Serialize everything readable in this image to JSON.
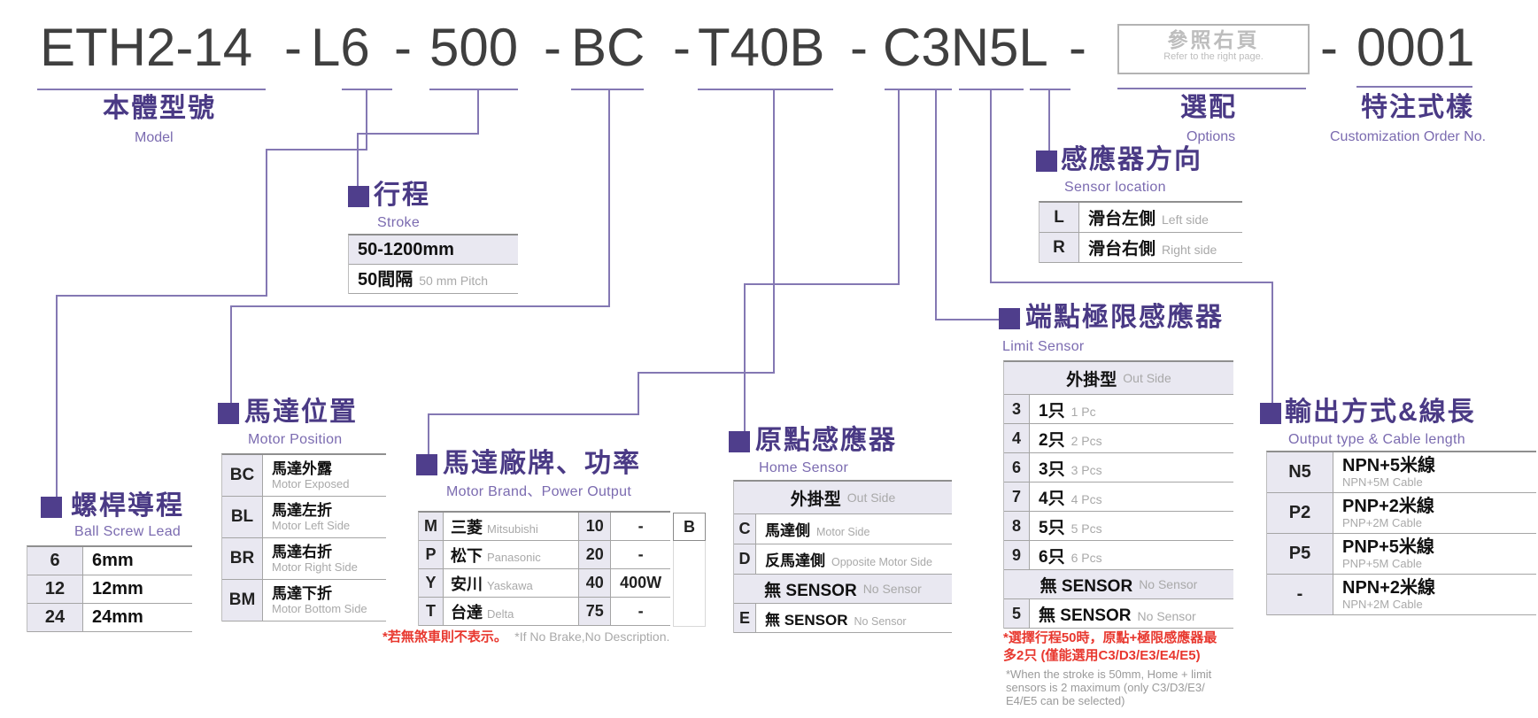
{
  "colors": {
    "heading_purple": "#4a3a85",
    "sub_purple": "#7b6bb0",
    "line_purple": "#8478b3",
    "code_text": "#3f3f3f",
    "note_red": "#e8382f",
    "cell_shade": "#e9e8f1",
    "gray_text": "#a9a9a9"
  },
  "code": {
    "separator": "-",
    "model": "ETH2-14",
    "lead": "L6",
    "stroke": "500",
    "motor_position": "BC",
    "motor_brand": "T40B",
    "sensors": "C3N5L",
    "options_box": {
      "zh": "參照右頁",
      "en": "Refer to the right page."
    },
    "order_no": "0001"
  },
  "labels": {
    "model": {
      "zh": "本體型號",
      "en": "Model"
    },
    "options": {
      "zh": "選配",
      "en": "Options"
    },
    "custom_order": {
      "zh": "特注式樣",
      "en": "Customization Order No."
    }
  },
  "sections": {
    "stroke": {
      "zh": "行程",
      "en": "Stroke",
      "range": "50-1200mm",
      "pitch_zh": "50間隔",
      "pitch_en": "50 mm Pitch"
    },
    "ball_screw_lead": {
      "zh": "螺桿導程",
      "en": "Ball Screw Lead",
      "rows": [
        {
          "code": "6",
          "desc": "6mm"
        },
        {
          "code": "12",
          "desc": "12mm"
        },
        {
          "code": "24",
          "desc": "24mm"
        }
      ]
    },
    "motor_position": {
      "zh": "馬達位置",
      "en": "Motor Position",
      "rows": [
        {
          "code": "BC",
          "zh": "馬達外露",
          "en": "Motor Exposed"
        },
        {
          "code": "BL",
          "zh": "馬達左折",
          "en": "Motor Left Side"
        },
        {
          "code": "BR",
          "zh": "馬達右折",
          "en": "Motor Right Side"
        },
        {
          "code": "BM",
          "zh": "馬達下折",
          "en": "Motor Bottom Side"
        }
      ]
    },
    "motor_brand": {
      "zh": "馬達廠牌、功率",
      "en": "Motor Brand、Power Output",
      "rows": [
        {
          "code": "M",
          "zh": "三菱",
          "en": "Mitsubishi",
          "num": "10",
          "power": "-",
          "b": "B"
        },
        {
          "code": "P",
          "zh": "松下",
          "en": "Panasonic",
          "num": "20",
          "power": "-",
          "b": ""
        },
        {
          "code": "Y",
          "zh": "安川",
          "en": "Yaskawa",
          "num": "40",
          "power": "400W",
          "b": ""
        },
        {
          "code": "T",
          "zh": "台達",
          "en": "Delta",
          "num": "75",
          "power": "-",
          "b": ""
        }
      ],
      "note_zh": "*若無煞車則不表示。",
      "note_en": "*If No Brake,No Description."
    },
    "home_sensor": {
      "zh": "原點感應器",
      "en": "Home Sensor",
      "header_zh": "外掛型",
      "header_en": "Out Side",
      "rows": [
        {
          "code": "C",
          "zh": "馬達側",
          "en": "Motor Side"
        },
        {
          "code": "D",
          "zh": "反馬達側",
          "en": "Opposite Motor Side"
        }
      ],
      "nosensor_zh": "無 SENSOR",
      "nosensor_en": "No Sensor",
      "nosensor_row": {
        "code": "E",
        "zh": "無 SENSOR",
        "en": "No Sensor"
      }
    },
    "limit_sensor": {
      "zh": "端點極限感應器",
      "en": "Limit Sensor",
      "header_zh": "外掛型",
      "header_en": "Out Side",
      "rows": [
        {
          "code": "3",
          "zh": "1只",
          "en": "1 Pc"
        },
        {
          "code": "4",
          "zh": "2只",
          "en": "2 Pcs"
        },
        {
          "code": "6",
          "zh": "3只",
          "en": "3 Pcs"
        },
        {
          "code": "7",
          "zh": "4只",
          "en": "4 Pcs"
        },
        {
          "code": "8",
          "zh": "5只",
          "en": "5 Pcs"
        },
        {
          "code": "9",
          "zh": "6只",
          "en": "6 Pcs"
        }
      ],
      "nosensor_zh": "無 SENSOR",
      "nosensor_en": "No Sensor",
      "nosensor_row": {
        "code": "5",
        "zh": "無 SENSOR",
        "en": "No Sensor"
      },
      "note_red_1": "*選擇行程50時，原點+極限感應器最",
      "note_red_2": "多2只 (僅能選用C3/D3/E3/E4/E5)",
      "note_gray_1": "*When the stroke is 50mm, Home + limit",
      "note_gray_2": "sensors is 2 maximum (only C3/D3/E3/",
      "note_gray_3": "E4/E5 can be selected)"
    },
    "sensor_location": {
      "zh": "感應器方向",
      "en": "Sensor location",
      "rows": [
        {
          "code": "L",
          "zh": "滑台左側",
          "en": "Left side"
        },
        {
          "code": "R",
          "zh": "滑台右側",
          "en": "Right side"
        }
      ]
    },
    "output": {
      "zh": "輸出方式&線長",
      "en": "Output type & Cable length",
      "rows": [
        {
          "code": "N5",
          "zh": "NPN+5米線",
          "en": "NPN+5M Cable"
        },
        {
          "code": "P2",
          "zh": "PNP+2米線",
          "en": "PNP+2M Cable"
        },
        {
          "code": "P5",
          "zh": "PNP+5米線",
          "en": "PNP+5M Cable"
        },
        {
          "code": "-",
          "zh": "NPN+2米線",
          "en": "NPN+2M Cable"
        }
      ]
    }
  }
}
